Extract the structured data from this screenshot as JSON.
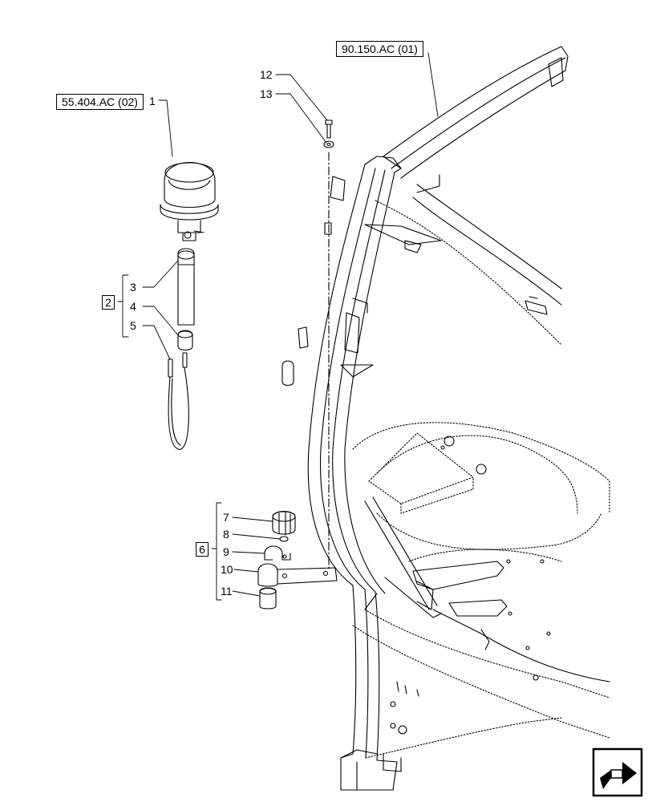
{
  "references": {
    "beacon_ref": "55.404.AC (02)",
    "frame_ref": "90.150.AC (01)"
  },
  "callouts": {
    "c1": "1",
    "c2": "2",
    "c3": "3",
    "c4": "4",
    "c5": "5",
    "c6": "6",
    "c7": "7",
    "c8": "8",
    "c9": "9",
    "c10": "10",
    "c11": "11",
    "c12": "12",
    "c13": "13"
  },
  "icons": {
    "navigation": "next-page-arrow-icon"
  },
  "colors": {
    "line": "#000000",
    "background": "#ffffff"
  }
}
